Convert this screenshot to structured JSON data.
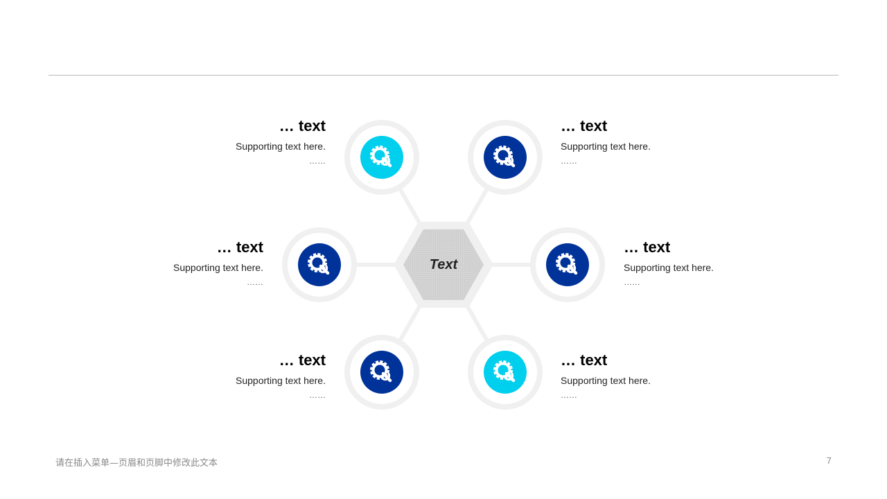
{
  "colors": {
    "accent_light": "#00cfee",
    "accent_dark": "#003399",
    "ring": "#f0f0f0",
    "hex_fill": "#d0d0d0"
  },
  "center": {
    "label": "Text"
  },
  "nodes": [
    {
      "id": "top-left",
      "title": "… text",
      "desc": "Supporting text here.",
      "dots": "……",
      "color": "accent_light",
      "icon": "gear-wrench-icon"
    },
    {
      "id": "top-right",
      "title": "… text",
      "desc": "Supporting text here.",
      "dots": "……",
      "color": "accent_dark",
      "icon": "gear-wrench-icon"
    },
    {
      "id": "mid-left",
      "title": "… text",
      "desc": "Supporting text here.",
      "dots": "……",
      "color": "accent_dark",
      "icon": "gear-wrench-icon"
    },
    {
      "id": "mid-right",
      "title": "… text",
      "desc": "Supporting text here.",
      "dots": "……",
      "color": "accent_dark",
      "icon": "gear-wrench-icon"
    },
    {
      "id": "bottom-left",
      "title": "… text",
      "desc": "Supporting text here.",
      "dots": "……",
      "color": "accent_dark",
      "icon": "gear-wrench-icon"
    },
    {
      "id": "bottom-right",
      "title": "… text",
      "desc": "Supporting text here.",
      "dots": "……",
      "color": "accent_light",
      "icon": "gear-wrench-icon"
    }
  ],
  "footer": {
    "text": "请在插入菜单—页眉和页脚中修改此文本",
    "page_number": "7"
  }
}
